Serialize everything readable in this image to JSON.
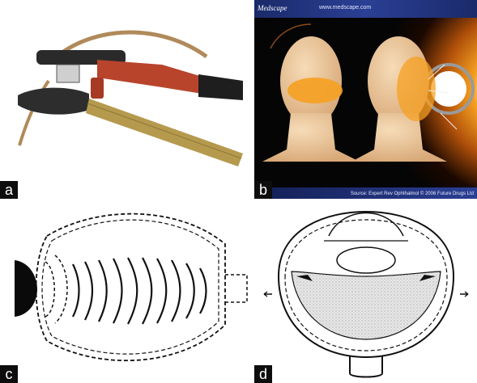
{
  "panels": {
    "a": {
      "label": "a"
    },
    "b": {
      "label": "b",
      "site_name": "Medscape",
      "url": "www.medscape.com",
      "source": "Source: Expert Rev Ophthalmol © 2006 Future Drugs Ltd"
    },
    "c": {
      "label": "c"
    },
    "d": {
      "label": "d"
    }
  },
  "colors": {
    "launcher_wood": "#b8442c",
    "launcher_metal": "#2a2a2a",
    "rocket_tube": "#b59a4e",
    "skin": "#e8c39a",
    "blast_orange": "#f5a021",
    "header_blue": "#2b3f94"
  }
}
